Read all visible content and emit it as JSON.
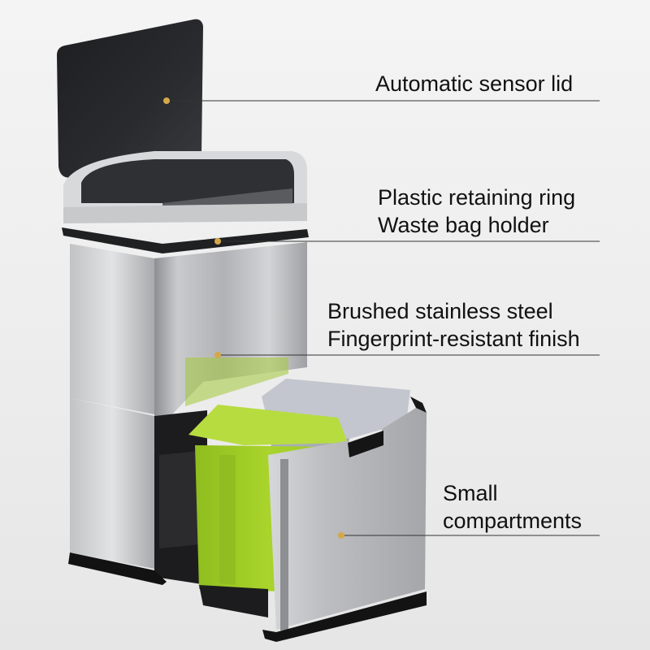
{
  "callouts": [
    {
      "id": "lid",
      "lines": [
        "Automatic sensor lid"
      ]
    },
    {
      "id": "ring",
      "lines": [
        "Plastic retaining ring",
        "Waste bag holder"
      ]
    },
    {
      "id": "steel",
      "lines": [
        "Brushed stainless steel",
        "Fingerprint-resistant finish"
      ]
    },
    {
      "id": "compartments",
      "lines": [
        "Small",
        "compartments"
      ]
    }
  ],
  "colors": {
    "marker": "#d4a84a",
    "steel": "#b5b6b8",
    "lid": "#222325",
    "bin_green": "#a2cc28",
    "bin_grey": "#b8bcc6"
  }
}
